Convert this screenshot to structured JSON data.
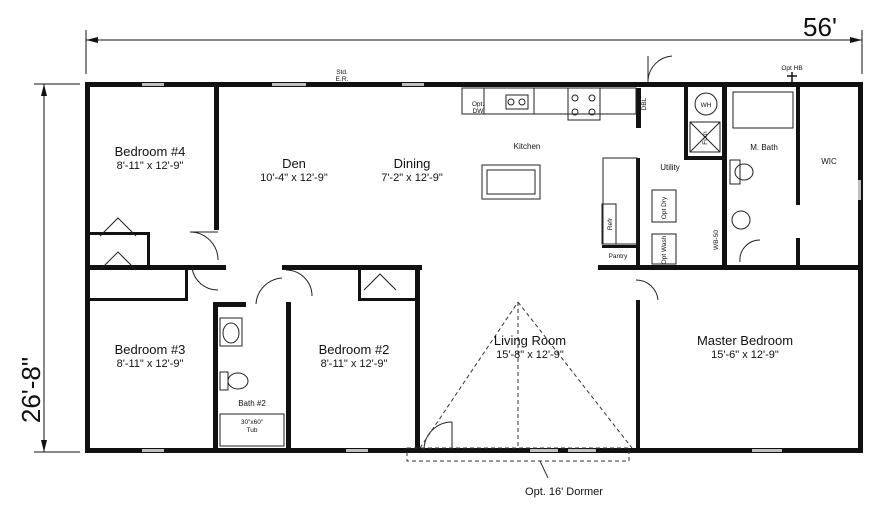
{
  "dimensions": {
    "width_label": "56'",
    "height_label": "26'-8\""
  },
  "rooms": {
    "bedroom4": {
      "name": "Bedroom #4",
      "size": "8'-11\" x 12'-9\""
    },
    "den": {
      "name": "Den",
      "size": "10'-4\" x 12'-9\""
    },
    "dining": {
      "name": "Dining",
      "size": "7'-2\" x 12'-9\""
    },
    "kitchen": {
      "name": "Kitchen"
    },
    "utility": {
      "name": "Utility"
    },
    "master_bath": {
      "name": "M. Bath"
    },
    "wic": {
      "name": "WIC"
    },
    "bedroom3": {
      "name": "Bedroom #3",
      "size": "8'-11\" x 12'-9\""
    },
    "bath2": {
      "name": "Bath #2"
    },
    "bedroom2": {
      "name": "Bedroom #2",
      "size": "8'-11\" x 12'-9\""
    },
    "living_room": {
      "name": "Living Room",
      "size": "15'-8\" x 12'-9\""
    },
    "master_bedroom": {
      "name": "Master Bedroom",
      "size": "15'-6\" x 12'-9\""
    }
  },
  "fixtures": {
    "std_er_1": "Std.",
    "std_er_2": "E.R.",
    "opt_dw_1": "Opt.",
    "opt_dw_2": "DW",
    "opt_hb": "Opt HB",
    "wh": "WH",
    "furn": "Furn",
    "dbl": "DBL",
    "refr": "Refr",
    "pantry": "Pantry",
    "opt_dry": "Opt Dry",
    "opt_wash": "Opt Wash",
    "wb50": "WB-50",
    "tub_1": "30\"x60\"",
    "tub_2": "Tub"
  },
  "dormer_label": "Opt. 16' Dormer"
}
